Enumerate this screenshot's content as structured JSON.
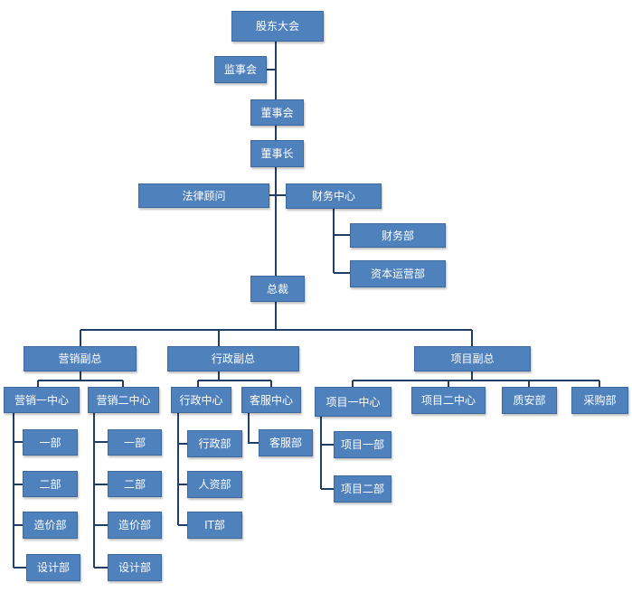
{
  "nodes": {
    "shareholders": "股东大会",
    "supervisors": "监事会",
    "board": "董事会",
    "chairman": "董事长",
    "legal": "法律顾问",
    "finance_center": "财务中心",
    "finance_dept": "财务部",
    "capital_ops": "资本运营部",
    "president": "总裁",
    "vp_marketing": "营销副总",
    "vp_admin": "行政副总",
    "vp_project": "项目副总",
    "mkt_center1": "营销一中心",
    "mkt_center2": "营销二中心",
    "mc1_d1": "一部",
    "mc1_d2": "二部",
    "mc1_cost": "造价部",
    "mc1_design": "设计部",
    "mc2_d1": "一部",
    "mc2_d2": "二部",
    "mc2_cost": "造价部",
    "mc2_design": "设计部",
    "admin_center": "行政中心",
    "cs_center": "客服中心",
    "admin_dept": "行政部",
    "hr_dept": "人资部",
    "it_dept": "IT部",
    "cs_dept": "客服部",
    "proj_center1": "项目一中心",
    "proj_center2": "项目二中心",
    "quality_dept": "质安部",
    "purchase_dept": "采购部",
    "proj_d1": "项目一部",
    "proj_d2": "项目二部"
  }
}
